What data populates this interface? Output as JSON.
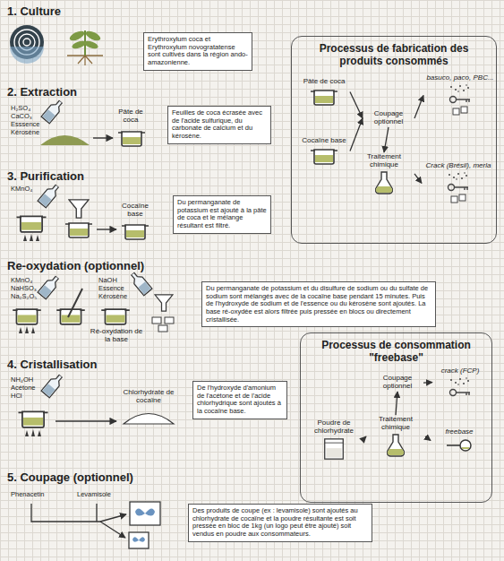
{
  "diagram": {
    "nodes": [
      {
        "text": [
          "Erythroxylum coca et Erythroxylum novogratatense sont cultivés dans la région ando-amazonienne."
        ]
      },
      {
        "text": [
          "Processus de fabrication des produits consommés"
        ]
      },
      {
        "text": [
          "Pâte de coca"
        ],
        "in": 1
      },
      {
        "text": [
          "Cocaïne base"
        ],
        "in": 1
      },
      {
        "text": [
          "Coupage optionnel"
        ],
        "in": 1
      },
      {
        "text": [
          "basuco, paco, PBC..."
        ],
        "in": 1
      },
      {
        "text": [
          "Traitement chimique"
        ],
        "in": 1
      },
      {
        "text": [
          "Crack (Brésil), merla"
        ],
        "in": 1
      },
      {
        "text": [
          "Feuilles de coca écrasée avec de l'acide sulfurique, du carbonate de calcium et du kérosène."
        ]
      },
      {
        "text": [
          "Du permanganate de potassium est ajouté à la pâte de coca et le mélange résultant est filtré."
        ]
      },
      {
        "text": [
          "Du permanganate de potassium et du disulfure de sodium ou du sulfate de sodium sont mélangés avec de la cocaïne base pendant 15 minutes. Puis de l'hydroxyde de sodium et de l'essence ou du kérosène sont ajoutés. La base ré-oxydée est alors filtrée puis pressée en blocs ou directement cristallisée."
        ]
      },
      {
        "text": [
          "Processus de consommation \"freebase\""
        ]
      },
      {
        "text": [
          "Coupage optionnel"
        ],
        "in": 11
      },
      {
        "text": [
          "crack (FCP)"
        ],
        "in": 11
      },
      {
        "text": [
          "Poudre de chlorhydrate"
        ],
        "in": 11
      },
      {
        "text": [
          "Traitement chimique"
        ],
        "in": 11
      },
      {
        "text": [
          "freebase"
        ],
        "in": 11
      },
      {
        "text": [
          "De l'hydroxyde d'amonium de l'acétone et de l'acide chlorhydrique sont ajoutés à la cocaïne base."
        ]
      },
      {
        "text": [
          "Des produits de coupe (ex : levamisole) sont ajoutés au chlorhydrate de cocaïne et la poudre résultante est soit pressée en bloc de 1kg (un logo peut être ajouté) soit vendus en poudre aux consommateurs."
        ]
      }
    ],
    "edges": [
      {
        "from": 2,
        "to": 4,
        "arrow": "to"
      },
      {
        "from": 3,
        "to": 4,
        "arrow": "to"
      },
      {
        "from": 4,
        "to": 5,
        "arrow": "to"
      },
      {
        "from": 4,
        "to": 6,
        "arrow": "to"
      },
      {
        "from": 6,
        "to": 7,
        "arrow": "to"
      },
      {
        "from": 14,
        "to": 15,
        "arrow": "to"
      },
      {
        "from": 15,
        "to": 16,
        "arrow": "to"
      },
      {
        "from": 15,
        "to": 12,
        "arrow": "to"
      },
      {
        "from": 12,
        "to": 13,
        "arrow": "to"
      }
    ],
    "labels": [
      "1. Culture",
      "2. Extraction",
      "H₂SO₄",
      "CaCO₃",
      "Esssence",
      "Kérosène",
      "Pâte de coca",
      "3. Purification",
      "KMnO₄",
      "Cocaïne base",
      "Re-oxydation (optionnel)",
      "KMnO₄",
      "NaHSO₃",
      "Na₂S₂O₅",
      "NaOH",
      "Essence",
      "Kérosène",
      "Ré-oxydation de la base",
      "4. Cristallisation",
      "NH₄OH",
      "Acétone",
      "HCl",
      "Chlorhydrate de cocaïne",
      "5. Coupage (optionnel)",
      "Phenacetin",
      "Levamisole"
    ]
  }
}
